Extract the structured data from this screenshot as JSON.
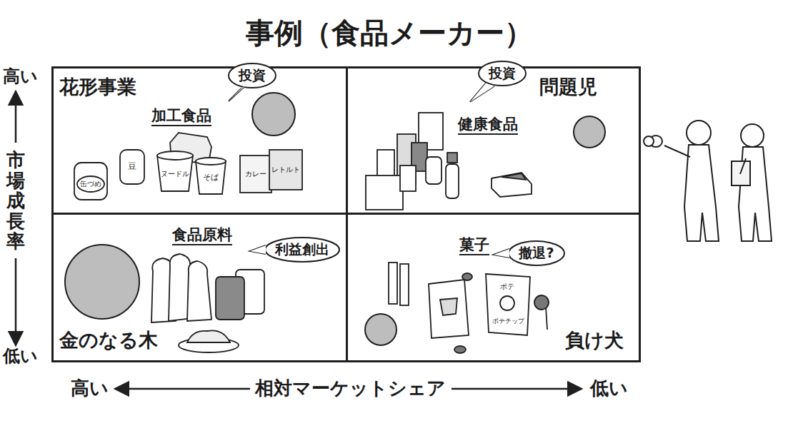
{
  "diagram": {
    "title": "事例（食品メーカー）",
    "nodes": [
      {
        "text": [
          "花形事業",
          "加工食品"
        ]
      },
      {
        "text": [
          "投資"
        ],
        "in": 0
      },
      {
        "text": [
          "問題児",
          "健康食品"
        ]
      },
      {
        "text": [
          "投資"
        ],
        "in": 2
      },
      {
        "text": [
          "金のなる木",
          "食品原料"
        ]
      },
      {
        "text": [
          "利益創出"
        ],
        "in": 4
      },
      {
        "text": [
          "負け犬",
          "菓子"
        ]
      },
      {
        "text": [
          "撤退?"
        ],
        "in": 6
      }
    ],
    "labels": [
      "高い",
      "市場成長率",
      "低い",
      "高い",
      "相対マーケットシェア",
      "低い",
      "缶づめ",
      "豆",
      "ヌードル",
      "そば",
      "カレー",
      "レトルト",
      "ポテ",
      "ポテチップ"
    ]
  }
}
